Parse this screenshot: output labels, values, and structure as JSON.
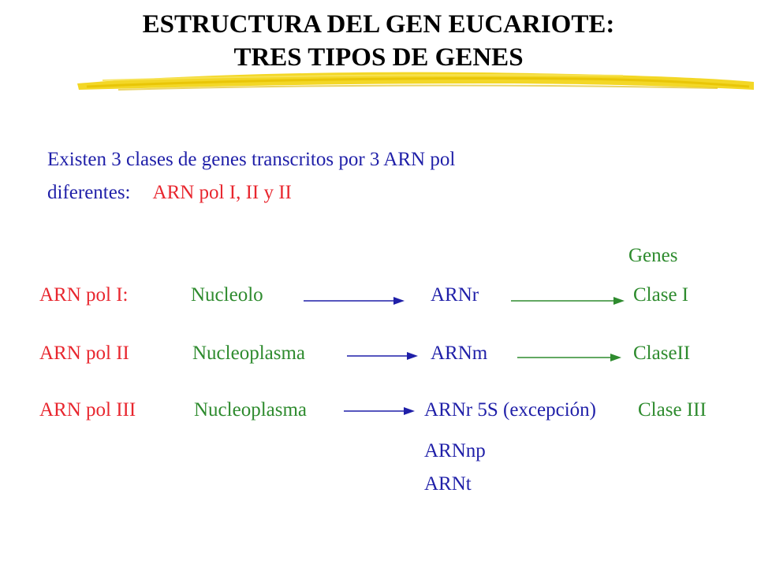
{
  "title": {
    "line1": "ESTRUCTURA DEL GEN EUCARIOTE:",
    "line2": "TRES TIPOS DE GENES"
  },
  "intro": {
    "line1": "Existen 3 clases de genes transcritos por 3 ARN pol",
    "line2_prefix": "diferentes:",
    "line2_highlight": "ARN pol I, II y II"
  },
  "table": {
    "header": "Genes",
    "rows": [
      {
        "pol": "ARN pol I:",
        "location": "Nucleolo",
        "product": "ARNr",
        "class": "Clase I"
      },
      {
        "pol": "ARN pol  II",
        "location": "Nucleoplasma",
        "product": "ARNm",
        "class": "ClaseII"
      },
      {
        "pol": "ARN pol III",
        "location": "Nucleoplasma",
        "product": "ARNr 5S (excepción)",
        "class": "Clase III"
      }
    ],
    "extra_products": [
      "ARNnp",
      "ARNt"
    ]
  },
  "colors": {
    "pol": "#e8262e",
    "location": "#2e8b2e",
    "product": "#1f1fa8",
    "class": "#2e8b2e",
    "underline": "#f2d51a"
  }
}
